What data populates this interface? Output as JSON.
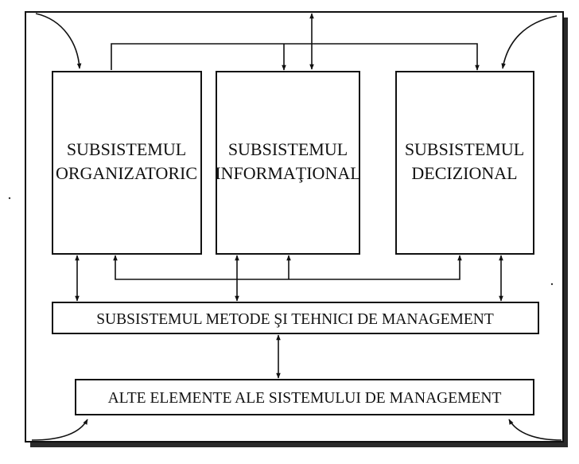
{
  "colors": {
    "ink": "#111111",
    "paper": "#ffffff",
    "shadow": "#2a2a2a"
  },
  "subsystems": [
    {
      "line1": "SUBSISTEMUL",
      "line2": "ORGANIZATORIC"
    },
    {
      "line1": "SUBSISTEMUL",
      "line2": "INFORMAŢIONAL"
    },
    {
      "line1": "SUBSISTEMUL",
      "line2": "DECIZIONAL"
    }
  ],
  "methods_bar": {
    "label": "SUBSISTEMUL METODE ŞI TEHNICI DE MANAGEMENT"
  },
  "other_bar": {
    "label": "ALTE ELEMENTE ALE SISTEMULUI DE MANAGEMENT"
  }
}
